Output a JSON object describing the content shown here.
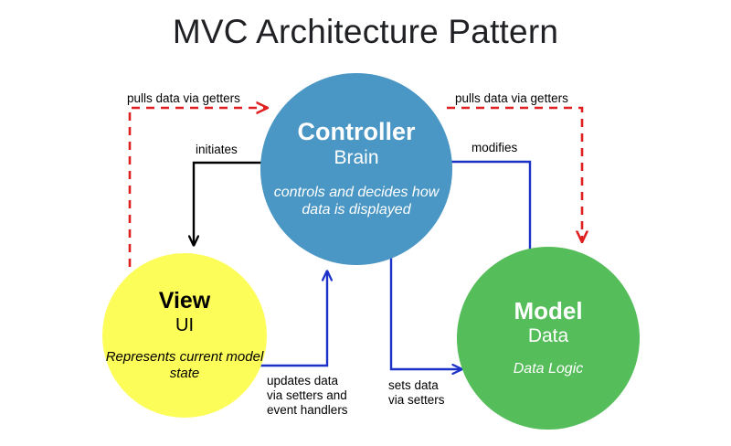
{
  "title": "MVC Architecture Pattern",
  "nodes": {
    "controller": {
      "name": "Controller",
      "subtitle": "Brain",
      "description": "controls and decides\nhow data is displayed",
      "color": "#4a96c4",
      "text_color": "#ffffff"
    },
    "view": {
      "name": "View",
      "subtitle": "UI",
      "description": "Represents current\nmodel state",
      "color": "#fdfd5a",
      "text_color": "#000000"
    },
    "model": {
      "name": "Model",
      "subtitle": "Data",
      "description": "Data Logic",
      "color": "#55bd59",
      "text_color": "#ffffff"
    }
  },
  "edges": {
    "getters_left": {
      "label": "pulls data via getters",
      "from": "Controller",
      "to": "View",
      "style": "dashed",
      "color": "#e02020"
    },
    "getters_right": {
      "label": "pulls data via getters",
      "from": "Controller",
      "to": "Model",
      "style": "dashed",
      "color": "#e02020"
    },
    "initiates": {
      "label": "initiates",
      "from": "Controller",
      "to": "View",
      "style": "solid",
      "color": "#000000"
    },
    "modifies": {
      "label": "modifies",
      "from": "Controller",
      "to": "Model",
      "style": "solid",
      "color": "#1b31c8"
    },
    "updates": {
      "label": "updates data\nvia setters and\nevent handlers",
      "from": "View",
      "to": "Controller",
      "style": "solid",
      "color": "#1b31c8"
    },
    "sets": {
      "label": "sets data\nvia setters",
      "from": "Controller",
      "to": "Model",
      "style": "solid",
      "color": "#1b31c8"
    }
  }
}
